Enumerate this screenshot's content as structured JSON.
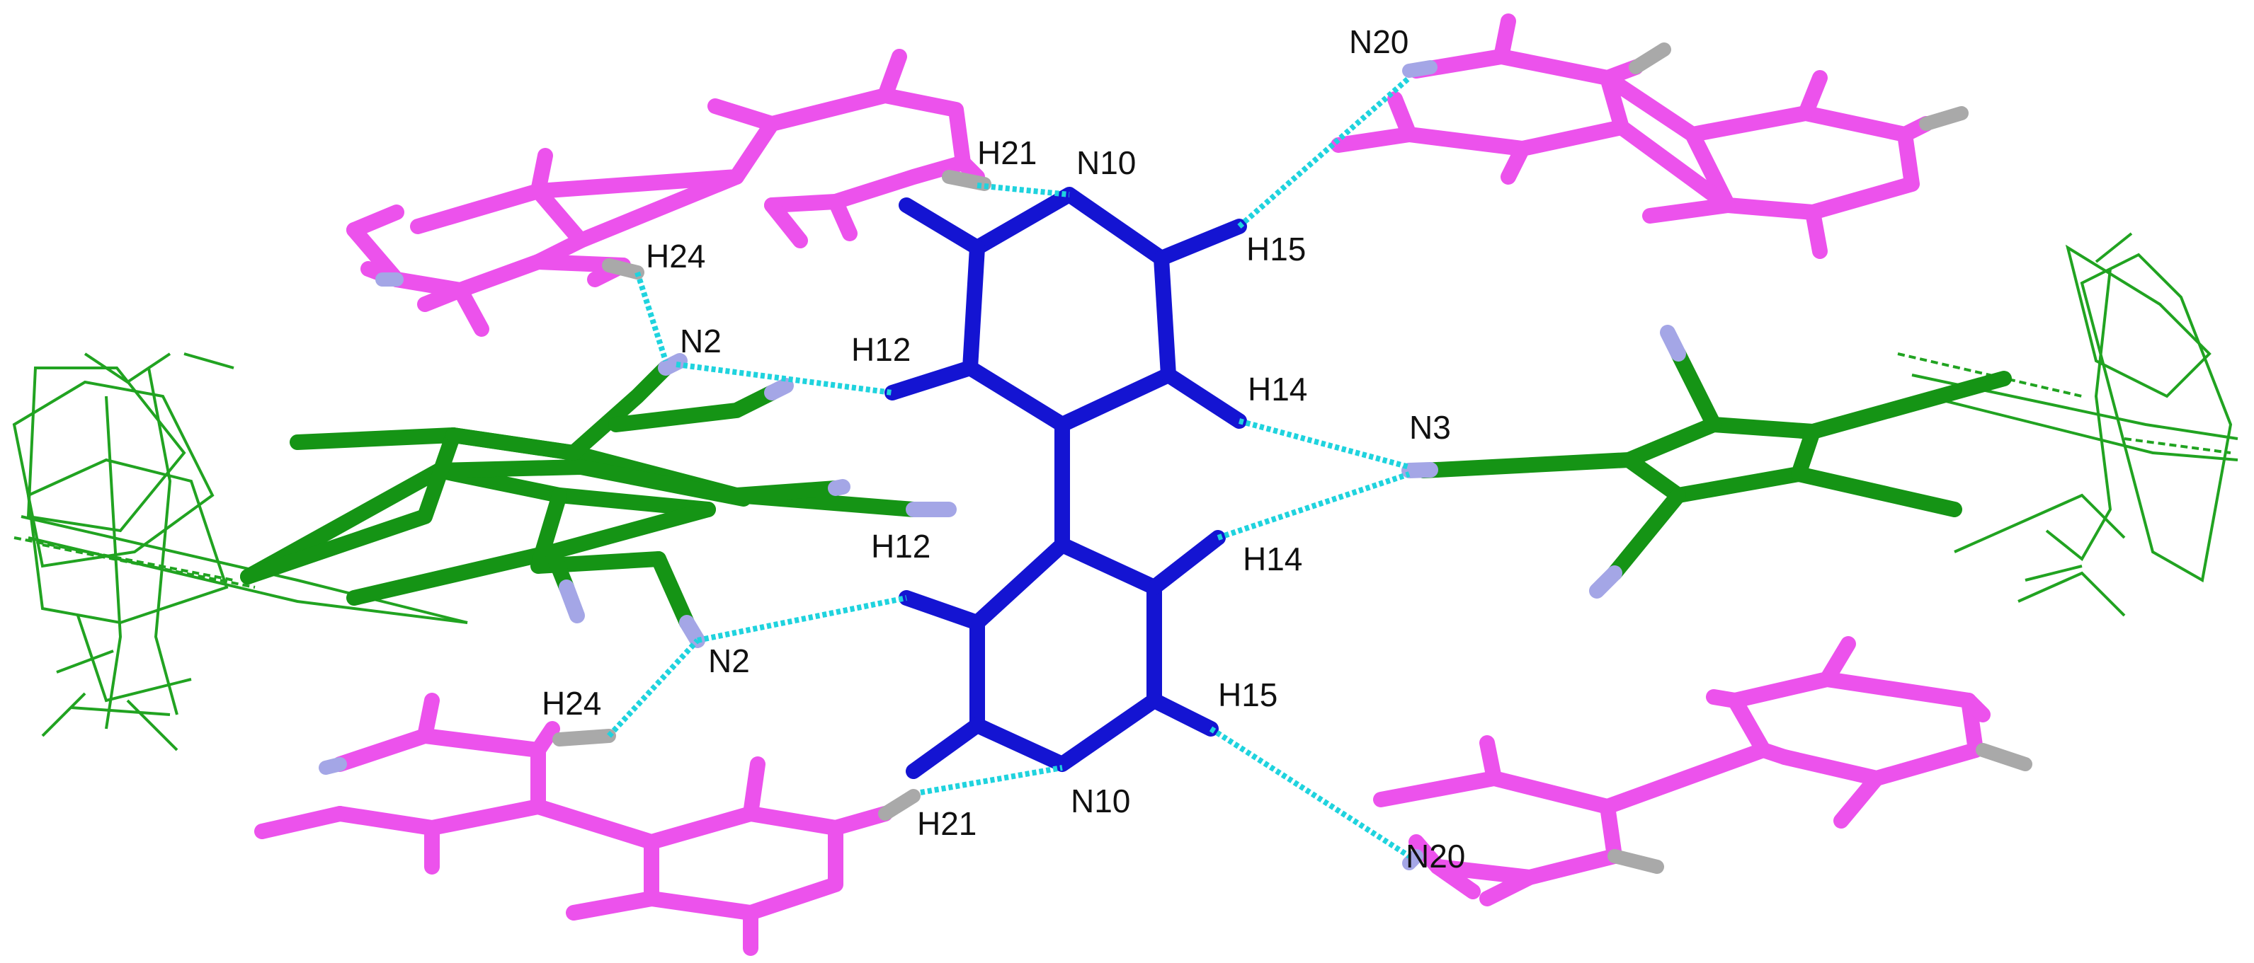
{
  "colors": {
    "background": "#ffffff",
    "central_molecule": "#1414d2",
    "pink_molecules": "#ec52ec",
    "green_molecules": "#159415",
    "wireframe": "#21a321",
    "nitrogen_tip": "#a4a6e6",
    "hydrogen_tip": "#a9a9a9",
    "hbond": "#1fd3de"
  },
  "labels": {
    "h21_top": "H21",
    "n10_top": "N10",
    "n20_top": "N20",
    "h15_top": "H15",
    "h24_top": "H24",
    "n2_top": "N2",
    "h12_top": "H12",
    "h14_top": "H14",
    "n3": "N3",
    "h14_bottom": "H14",
    "h12_mid": "H12",
    "n2_bottom": "N2",
    "h24_bottom": "H24",
    "h15_bottom": "H15",
    "h21_bottom": "H21",
    "n10_bottom": "N10",
    "n20_bottom": "N20"
  }
}
